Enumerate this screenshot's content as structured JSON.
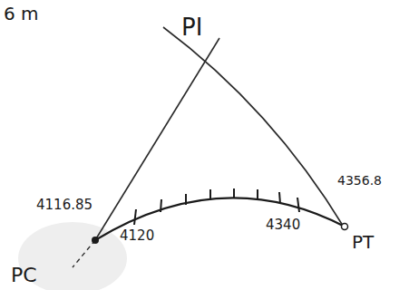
{
  "diagram": {
    "labels": [
      "6 m",
      "PI",
      "4116.85",
      "4120",
      "4340",
      "4356.8",
      "PC",
      "PT"
    ]
  }
}
